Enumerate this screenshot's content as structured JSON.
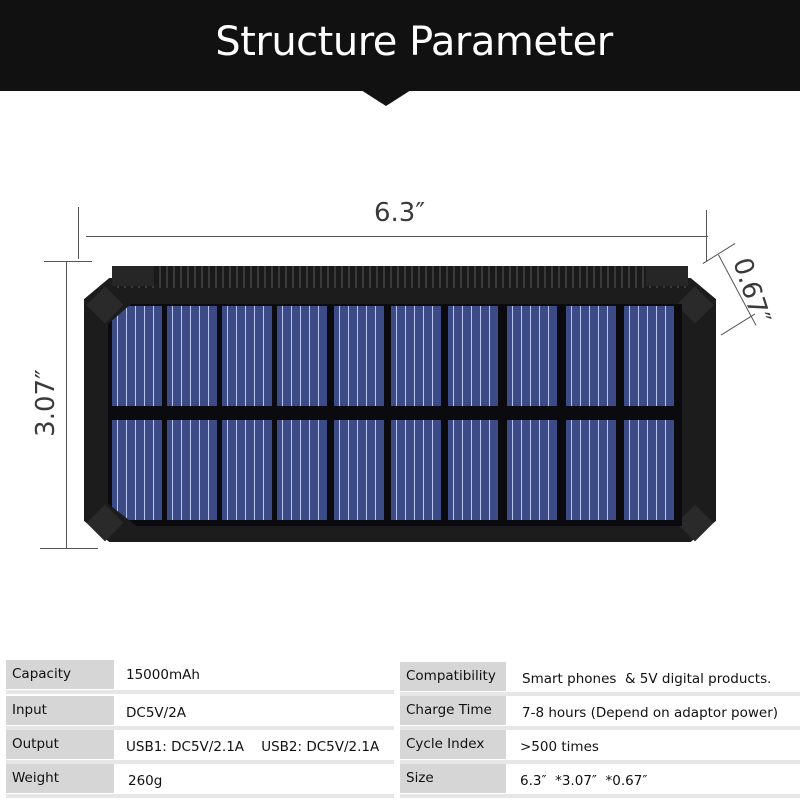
{
  "header": {
    "title": "Structure Parameter",
    "background": "#111111",
    "text_color": "#ffffff"
  },
  "dimensions": {
    "width": "6.3″",
    "height": "3.07″",
    "depth": "0.67″"
  },
  "device": {
    "type": "solar power bank",
    "panel_color": "#3c4a86",
    "body_color": "#1c1c1c",
    "cells_per_row": 10,
    "rows": 2
  },
  "specs": {
    "left": [
      {
        "label": "Capacity",
        "value": "15000mAh"
      },
      {
        "label": "Input",
        "value": "DC5V/2A"
      },
      {
        "label": "Output",
        "value": "USB1: DC5V/2.1A    USB2: DC5V/2.1A"
      },
      {
        "label": "Weight",
        "value": "260g"
      }
    ],
    "right": [
      {
        "label": "Compatibility",
        "value": "Smart phones  & 5V digital products."
      },
      {
        "label": "Charge Time",
        "value": "7-8 hours (Depend on adaptor power)"
      },
      {
        "label": "Cycle Index",
        "value": ">500 times"
      },
      {
        "label": "Size",
        "value": "6.3″  *3.07″  *0.67″"
      }
    ]
  }
}
